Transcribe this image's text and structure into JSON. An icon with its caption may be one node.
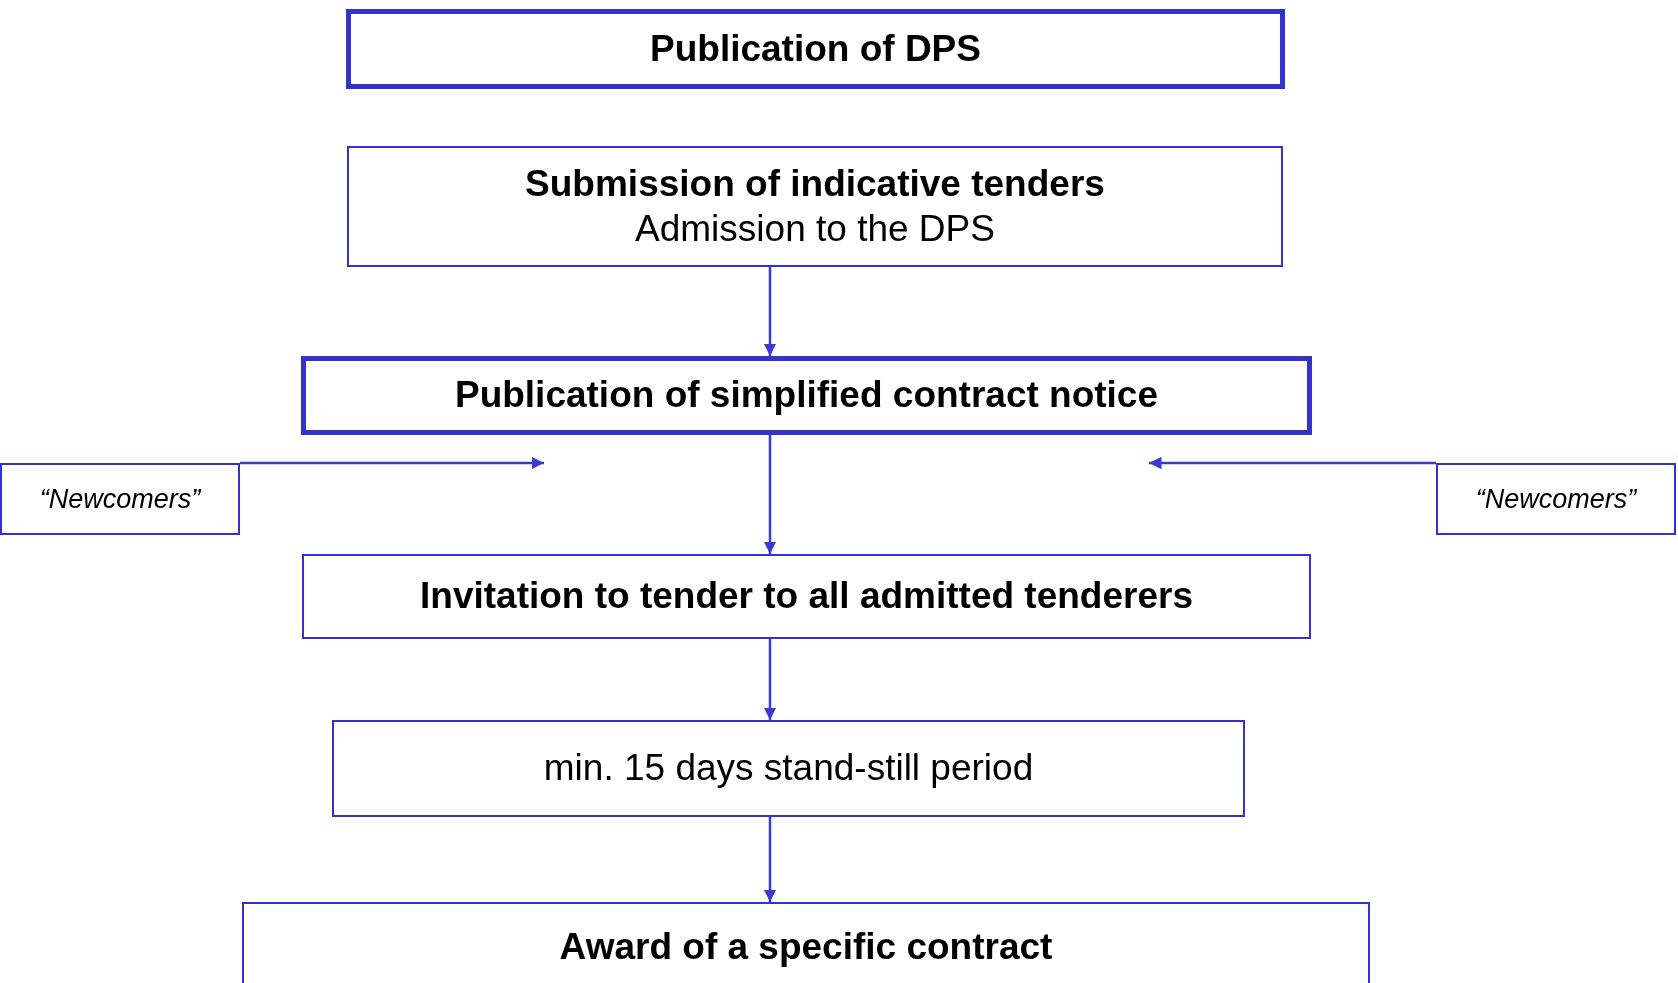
{
  "diagram": {
    "nodes": [
      {
        "text": [
          "Publication of DPS"
        ]
      },
      {
        "text": [
          "Submission of indicative tenders",
          "Admission to the DPS"
        ]
      },
      {
        "text": [
          "Publication of simplified contract notice"
        ]
      },
      {
        "text": [
          "“Newcomers”"
        ]
      },
      {
        "text": [
          "“Newcomers”"
        ]
      },
      {
        "text": [
          "Invitation to tender to all admitted tenderers"
        ]
      },
      {
        "text": [
          "min. 15 days stand-still period"
        ]
      },
      {
        "text": [
          "Award of a specific contract"
        ]
      }
    ],
    "edges": [
      {
        "from": 1,
        "to": 2,
        "arrow": "to"
      },
      {
        "from": 2,
        "to": 5,
        "arrow": "to"
      },
      {
        "from": 3,
        "to": 2,
        "arrow": "to"
      },
      {
        "from": 4,
        "to": 2,
        "arrow": "to"
      },
      {
        "from": 5,
        "to": 6,
        "arrow": "to"
      },
      {
        "from": 6,
        "to": 7,
        "arrow": "to"
      }
    ]
  }
}
